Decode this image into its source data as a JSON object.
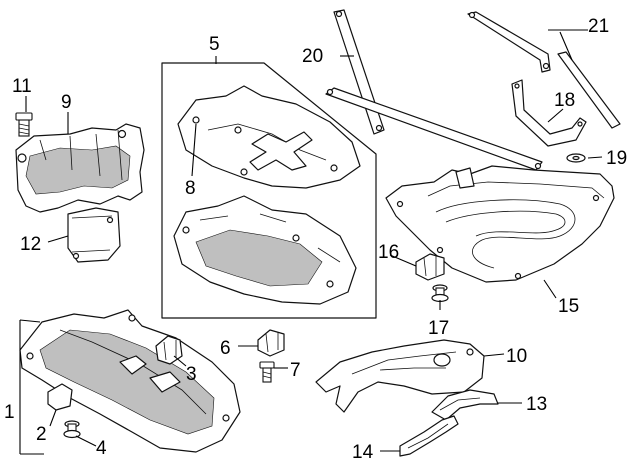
{
  "callouts": {
    "c1": "1",
    "c2": "2",
    "c3": "3",
    "c4": "4",
    "c5": "5",
    "c6": "6",
    "c7": "7",
    "c8": "8",
    "c9": "9",
    "c10": "10",
    "c11": "11",
    "c12": "12",
    "c13": "13",
    "c14": "14",
    "c15": "15",
    "c16": "16",
    "c17": "17",
    "c18": "18",
    "c19": "19",
    "c20": "20",
    "c21": "21"
  },
  "colors": {
    "line": "#111111",
    "background": "#ffffff",
    "shade": "#bfbfbf"
  }
}
